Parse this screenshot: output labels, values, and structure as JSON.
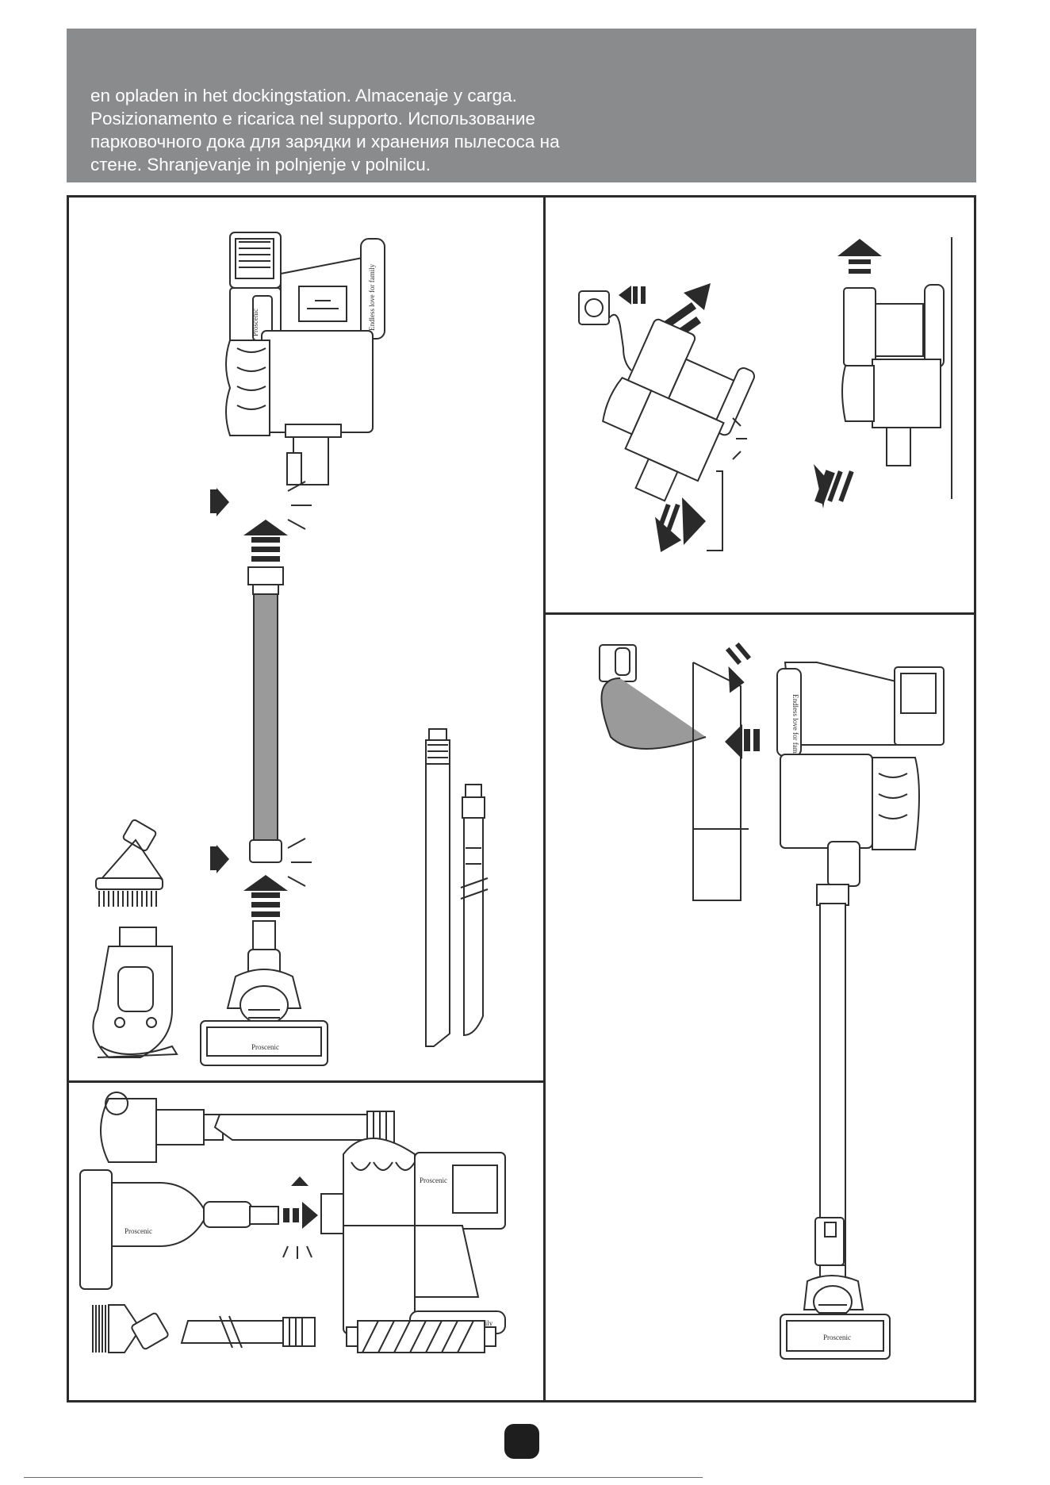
{
  "header": {
    "lines": [
      "en opladen in het dockingstation. Almacenaje y carga.",
      "Posizionamento e ricarica nel supporto. Использование",
      "парковочного дока для зарядки и хранения пылесоса на",
      "стене. Shranjevanje in polnjenje v polnilcu."
    ]
  },
  "product_labels": {
    "brand": "Proscenic",
    "slogan": "Endless love for family"
  },
  "colors": {
    "header_background": "#8a8b8d",
    "header_text": "#ffffff",
    "line_art": "#2e2e2e",
    "tube": "#9a9a9a"
  },
  "icons": {
    "arrow": "up-arrow-icon",
    "motion": "motion-lines-icon",
    "socket": "wall-socket-icon"
  }
}
